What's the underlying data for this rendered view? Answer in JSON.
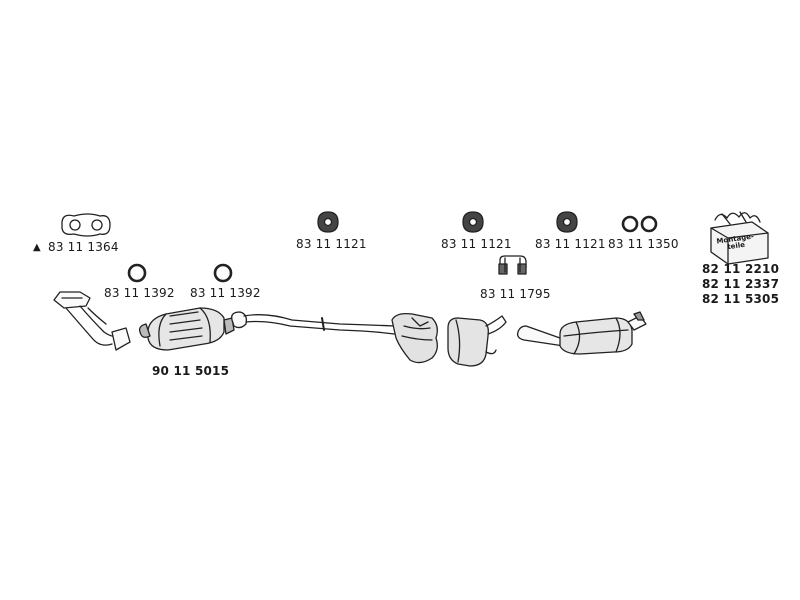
{
  "parts": {
    "flange_gasket": "83 11 1364",
    "ring_left": "83 11 1392",
    "ring_mid": "83 11 1392",
    "catalytic_converter": "90 11 5015",
    "hanger_1": "83 11 1121",
    "hanger_2": "83 11 1121",
    "hanger_3": "83 11 1121",
    "rings_pair": "83 11 1350",
    "clamp": "83 11 1795",
    "kit_1": "82 11 2210",
    "kit_2": "82 11 2337",
    "kit_3": "82 11 5305"
  },
  "kit_box": {
    "line1": "Montage-",
    "line2": "teile"
  },
  "marker_symbol": "▲",
  "icons": [
    "flange-gasket-icon",
    "ring-icon",
    "rubber-hanger-icon",
    "clamp-icon",
    "mounting-kit-box-icon"
  ]
}
